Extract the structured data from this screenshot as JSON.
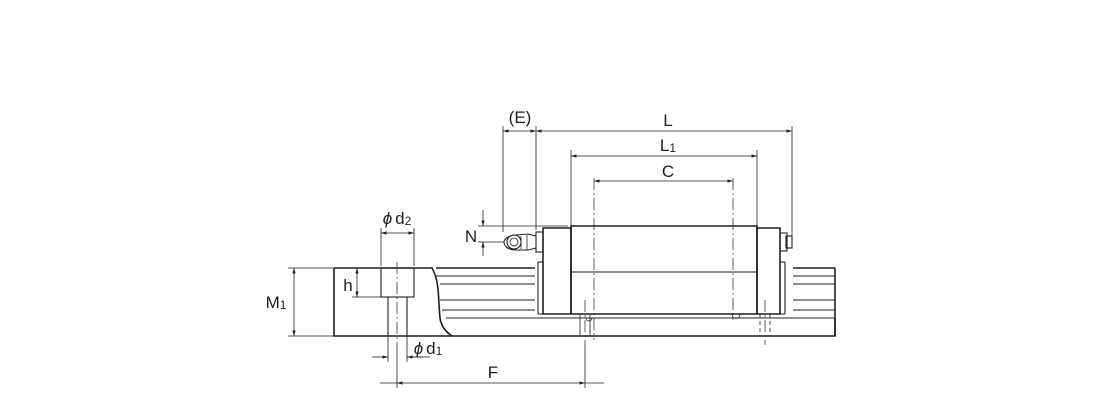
{
  "labels": {
    "E": "(E)",
    "L": "L",
    "L1_main": "L",
    "L1_sub": "1",
    "C": "C",
    "N": "N",
    "d2_phi": "ϕ",
    "d2_main": "d",
    "d2_sub": "2",
    "h": "h",
    "M1_main": "M",
    "M1_sub": "1",
    "d1_phi": "ϕ",
    "d1_main": "d",
    "d1_sub": "1",
    "F": "F"
  },
  "colors": {
    "line": "#231f20",
    "background": "#ffffff"
  }
}
